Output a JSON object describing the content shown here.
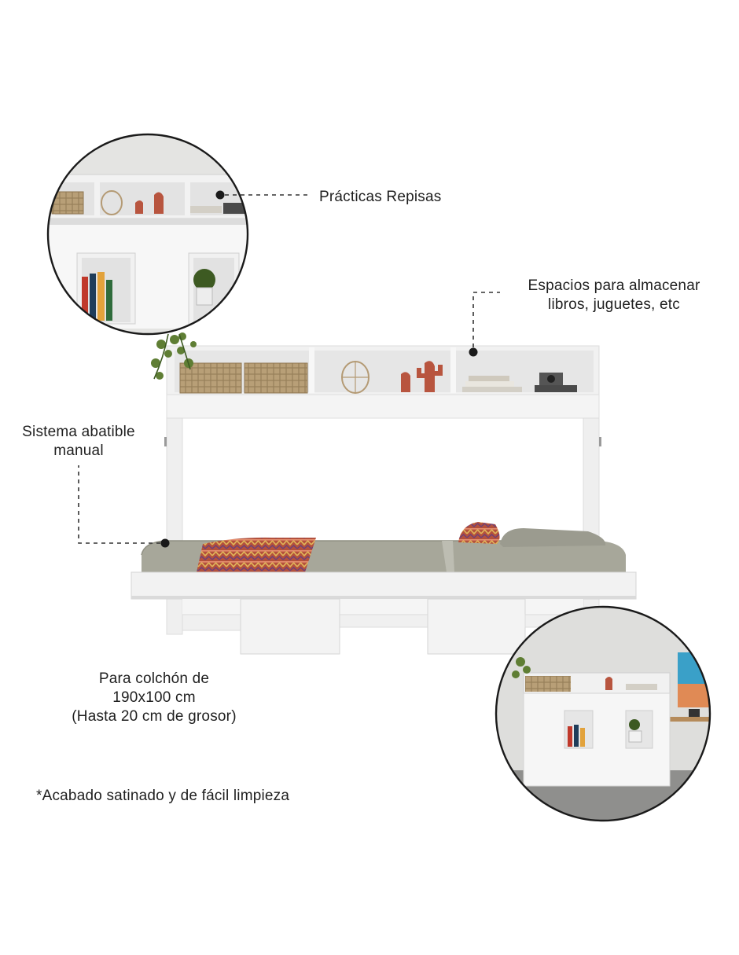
{
  "labels": {
    "shelves": "Prácticas Repisas",
    "storage": [
      "Espacios para almacenar",
      "libros, juguetes, etc"
    ],
    "fold_system": [
      "Sistema abatible",
      "manual"
    ],
    "mattress": [
      "Para colchón de",
      "190x100 cm",
      "(Hasta 20 cm de grosor)"
    ],
    "finish": "*Acabado satinado y de fácil limpieza"
  },
  "colors": {
    "furniture": "#f1f1f1",
    "furniture_shade": "#d9d9d9",
    "mattress": "#a7a79a",
    "blanket": "#b4513c",
    "basket": "#b89f77",
    "terracotta": "#b8553f",
    "leader": "#333333",
    "circle_border": "#1a1a1a"
  }
}
